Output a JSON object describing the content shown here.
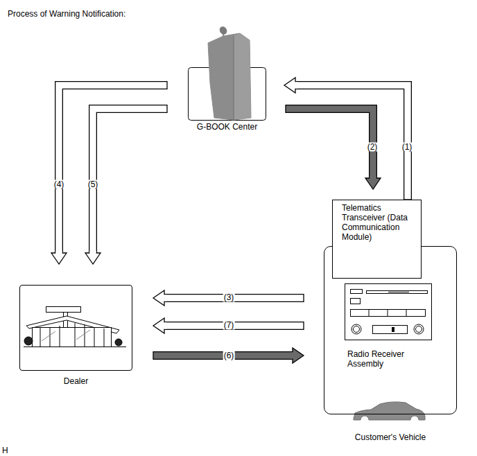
{
  "diagram": {
    "title": "Process of Warning Notification:",
    "nodes": [
      {
        "text": [
          "G-BOOK Center"
        ]
      },
      {
        "text": [
          "Customer's Vehicle"
        ]
      },
      {
        "text": [
          "Telematics Transceiver (Data Communication Module)"
        ],
        "in": 1
      },
      {
        "text": [
          "Radio Receiver Assembly"
        ],
        "in": 1
      },
      {
        "text": [
          "Dealer"
        ]
      }
    ],
    "edges": [
      {
        "from": 2,
        "to": 0,
        "arrow": "to",
        "label": "(1)"
      },
      {
        "from": 0,
        "to": 2,
        "arrow": "to",
        "label": "(2)"
      },
      {
        "from": 3,
        "to": 4,
        "arrow": "to",
        "label": "(3)"
      },
      {
        "from": 0,
        "to": 4,
        "arrow": "to",
        "label": "(4)"
      },
      {
        "from": 0,
        "to": 4,
        "arrow": "to",
        "label": "(5)"
      },
      {
        "from": 4,
        "to": 3,
        "arrow": "to",
        "label": "(6)"
      },
      {
        "from": 3,
        "to": 4,
        "arrow": "to",
        "label": "(7)"
      }
    ],
    "labels": [
      "H"
    ]
  }
}
